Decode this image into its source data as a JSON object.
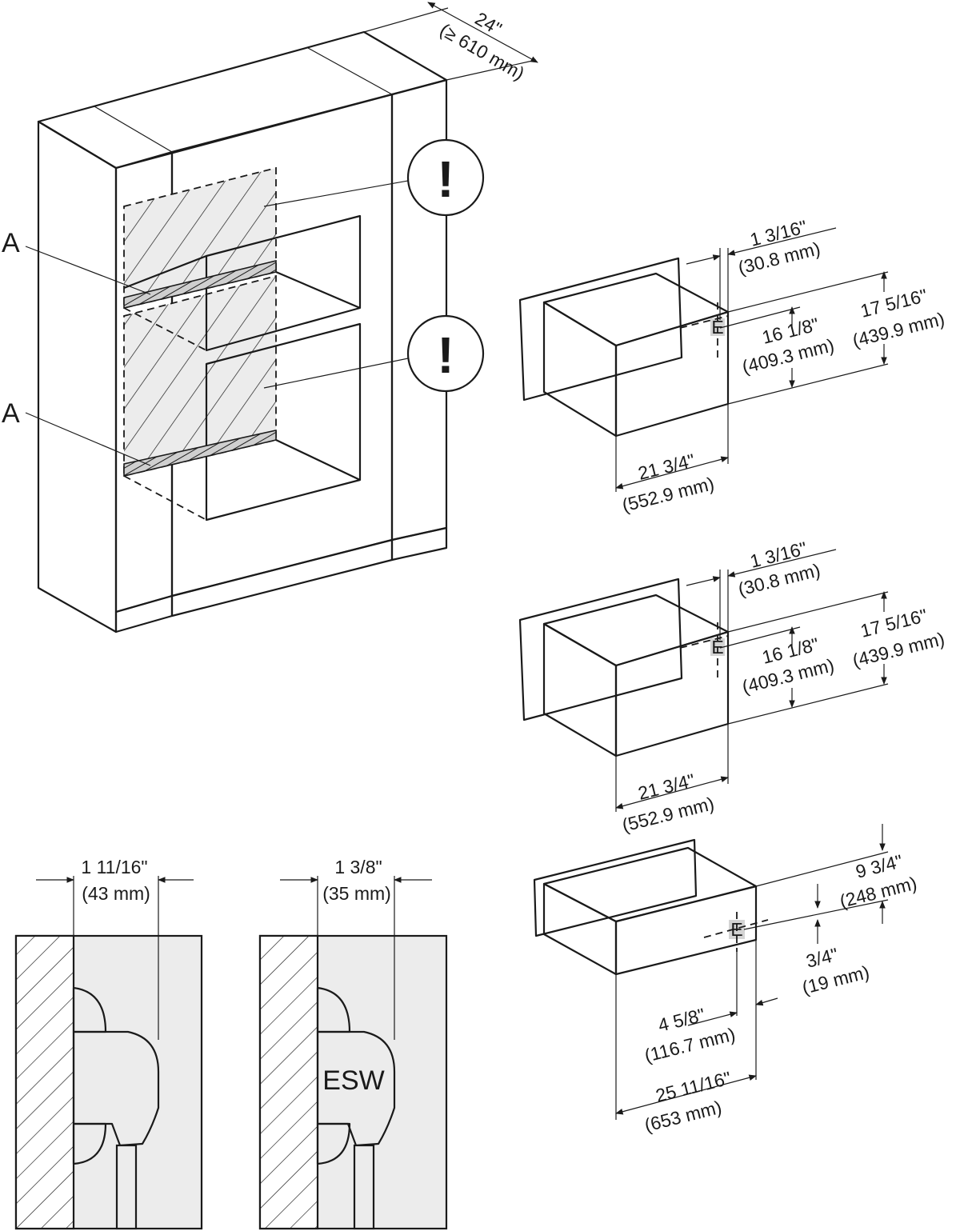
{
  "cabinet": {
    "depth_label": "24\"",
    "depth_mm_label": "(≥ 610 mm)",
    "marker_a_upper": "A",
    "marker_a_lower": "A",
    "warning_upper": "!",
    "warning_lower": "!"
  },
  "unit_1": {
    "offset_in": "1 3/16\"",
    "offset_mm": "(30.8 mm)",
    "inner_height_in": "16 1/8\"",
    "inner_height_mm": "(409.3 mm)",
    "total_height_in": "17 5/16\"",
    "total_height_mm": "(439.9 mm)",
    "width_in": "21 3/4\"",
    "width_mm": "(552.9 mm)",
    "outlet_marker": "E"
  },
  "unit_2": {
    "offset_in": "1 3/16\"",
    "offset_mm": "(30.8 mm)",
    "inner_height_in": "16 1/8\"",
    "inner_height_mm": "(409.3 mm)",
    "total_height_in": "17 5/16\"",
    "total_height_mm": "(439.9 mm)",
    "width_in": "21 3/4\"",
    "width_mm": "(552.9 mm)",
    "outlet_marker": "E"
  },
  "unit_3": {
    "height_in": "9 3/4\"",
    "height_mm": "(248 mm)",
    "outlet_offset_in": "3/4\"",
    "outlet_offset_mm": "(19 mm)",
    "outlet_side_in": "4 5/8\"",
    "outlet_side_mm": "(116.7 mm)",
    "depth_in": "25 11/16\"",
    "depth_mm": "(653 mm)",
    "outlet_marker": "E"
  },
  "plug_left": {
    "clearance_in": "1 11/16\"",
    "clearance_mm": "(43 mm)"
  },
  "plug_right": {
    "clearance_in": "1 3/8\"",
    "clearance_mm": "(35 mm)",
    "plug_label": "ESW"
  }
}
